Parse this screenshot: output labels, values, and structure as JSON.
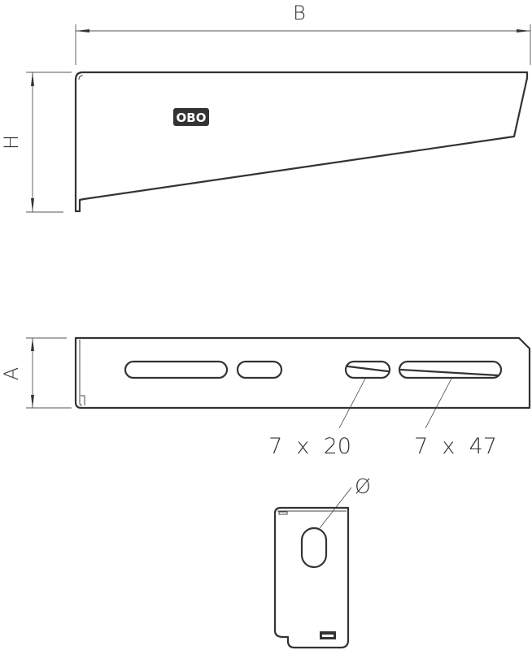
{
  "drawing": {
    "type": "technical-drawing",
    "subject": "wall bracket",
    "brand_mark": "OBO",
    "colors": {
      "line": "#333333",
      "background": "#ffffff",
      "dimension": "#555555"
    }
  },
  "side_view": {
    "dimensions": {
      "width_label": "B",
      "height_label": "H"
    }
  },
  "top_view": {
    "dimensions": {
      "depth_label": "A"
    },
    "slots": [
      {
        "label": "7 x 20",
        "size": "7 × 20"
      },
      {
        "label": "7 x 47",
        "size": "7 × 47"
      }
    ],
    "slot_label_1": "7  x  20",
    "slot_label_2": "7  x  47"
  },
  "end_view": {
    "hole_label": "Ø"
  }
}
